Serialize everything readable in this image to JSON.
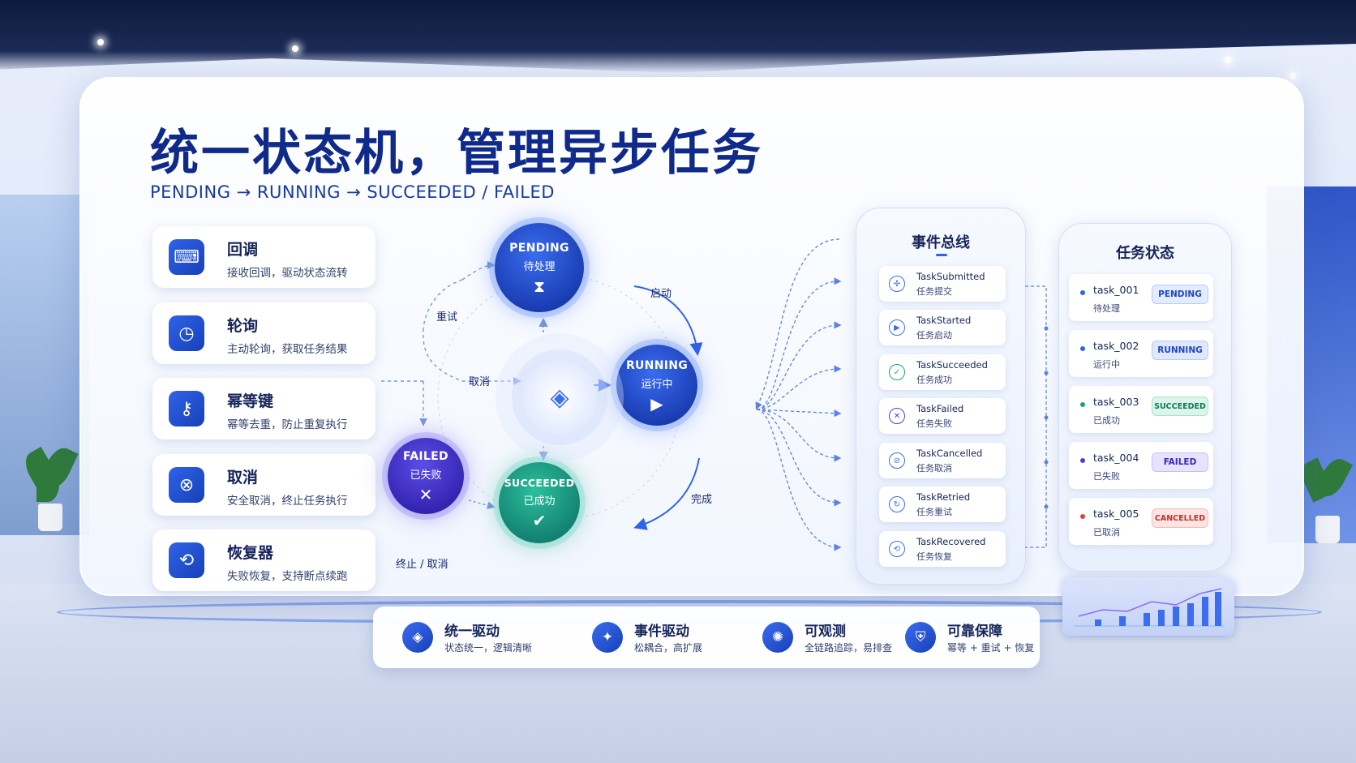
{
  "header": {
    "title": "统一状态机，管理异步任务",
    "subtitle": "PENDING → RUNNING → SUCCEEDED / FAILED"
  },
  "features": [
    {
      "title": "回调",
      "desc": "接收回调，驱动状态流转",
      "icon": "code-icon"
    },
    {
      "title": "轮询",
      "desc": "主动轮询，获取任务结果",
      "icon": "clock-icon"
    },
    {
      "title": "幂等键",
      "desc": "幂等去重，防止重复执行",
      "icon": "key-icon"
    },
    {
      "title": "取消",
      "desc": "安全取消，终止任务执行",
      "icon": "cancel-search-icon"
    },
    {
      "title": "恢复器",
      "desc": "失败恢复，支持断点续跑",
      "icon": "recover-icon"
    }
  ],
  "states": {
    "pending": {
      "en": "PENDING",
      "zh": "待处理"
    },
    "running": {
      "en": "RUNNING",
      "zh": "运行中"
    },
    "succeeded": {
      "en": "SUCCEEDED",
      "zh": "已成功"
    },
    "failed": {
      "en": "FAILED",
      "zh": "已失败"
    }
  },
  "transitions": {
    "start": "启动",
    "retry": "重试",
    "cancel": "取消",
    "complete": "完成",
    "terminate": "终止 / 取消"
  },
  "event_bus": {
    "title": "事件总线",
    "events": [
      {
        "name": "TaskSubmitted",
        "zh": "任务提交",
        "icon": "network-icon"
      },
      {
        "name": "TaskStarted",
        "zh": "任务启动",
        "icon": "play-icon"
      },
      {
        "name": "TaskSucceeded",
        "zh": "任务成功",
        "icon": "check-icon"
      },
      {
        "name": "TaskFailed",
        "zh": "任务失败",
        "icon": "x-icon"
      },
      {
        "name": "TaskCancelled",
        "zh": "任务取消",
        "icon": "cancel-icon"
      },
      {
        "name": "TaskRetried",
        "zh": "任务重试",
        "icon": "retry-icon"
      },
      {
        "name": "TaskRecovered",
        "zh": "任务恢复",
        "icon": "recover-icon"
      }
    ]
  },
  "task_status": {
    "title": "任务状态",
    "tasks": [
      {
        "id": "task_001",
        "zh": "待处理",
        "status": "PENDING",
        "color": "#2f63e8",
        "badge_bg": "#e3ecff",
        "badge_fg": "#1d47c4"
      },
      {
        "id": "task_002",
        "zh": "运行中",
        "status": "RUNNING",
        "color": "#2f63e8",
        "badge_bg": "#dfe8ff",
        "badge_fg": "#1d47c4"
      },
      {
        "id": "task_003",
        "zh": "已成功",
        "status": "SUCCEEDED",
        "color": "#1aa37a",
        "badge_bg": "#dcf5ec",
        "badge_fg": "#0f7a58"
      },
      {
        "id": "task_004",
        "zh": "已失败",
        "status": "FAILED",
        "color": "#4b3fd9",
        "badge_bg": "#e6e3ff",
        "badge_fg": "#3727b8"
      },
      {
        "id": "task_005",
        "zh": "已取消",
        "status": "CANCELLED",
        "color": "#e0453a",
        "badge_bg": "#fde4e2",
        "badge_fg": "#c2302a"
      }
    ]
  },
  "footer": [
    {
      "title": "统一驱动",
      "desc": "状态统一，逻辑清晰",
      "icon": "compass-icon"
    },
    {
      "title": "事件驱动",
      "desc": "松耦合，高扩展",
      "icon": "star-icon"
    },
    {
      "title": "可观测",
      "desc": "全链路追踪，易排查",
      "icon": "sun-icon"
    },
    {
      "title": "可靠保障",
      "desc": "幂等 + 重试 + 恢复",
      "icon": "shield-icon"
    }
  ],
  "colors": {
    "primary": "#1740b8",
    "title": "#0f2a8a",
    "success": "#1aa37a",
    "failed": "#4b3fd9",
    "cancelled": "#e0453a"
  }
}
